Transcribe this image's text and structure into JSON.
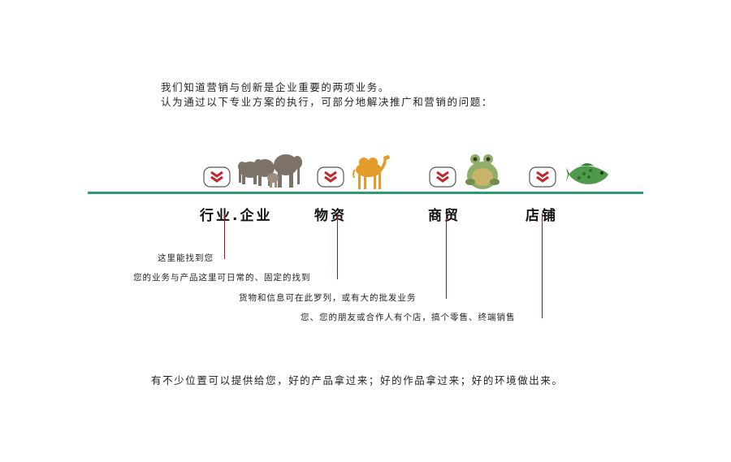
{
  "intro": {
    "line1": "我们知道营销与创新是企业重要的两项业务。",
    "line2": "认为通过以下专业方案的执行，可部分地解决推广和营销的问题："
  },
  "categories": [
    {
      "label": "行业.企业",
      "description": "这里能找到您",
      "icon": "elephants-icon"
    },
    {
      "label": "物资",
      "description": "您的业务与产品这里可日常的、固定的找到",
      "icon": "camel-icon"
    },
    {
      "label": "商贸",
      "description": "货物和信息可在此罗列，或有大的批发业务",
      "icon": "frog-icon"
    },
    {
      "label": "店铺",
      "description": "您、您的朋友或合作人有个店，搞个零售、终端销售",
      "icon": "fish-icon"
    }
  ],
  "footer": "有不少位置可以提供给您，好的产品拿过来；好的作品拿过来；好的环境做出来。",
  "colors": {
    "timeline": "#2e9a74",
    "chevron": "#c0282d",
    "connector": "#9b1a1a"
  }
}
